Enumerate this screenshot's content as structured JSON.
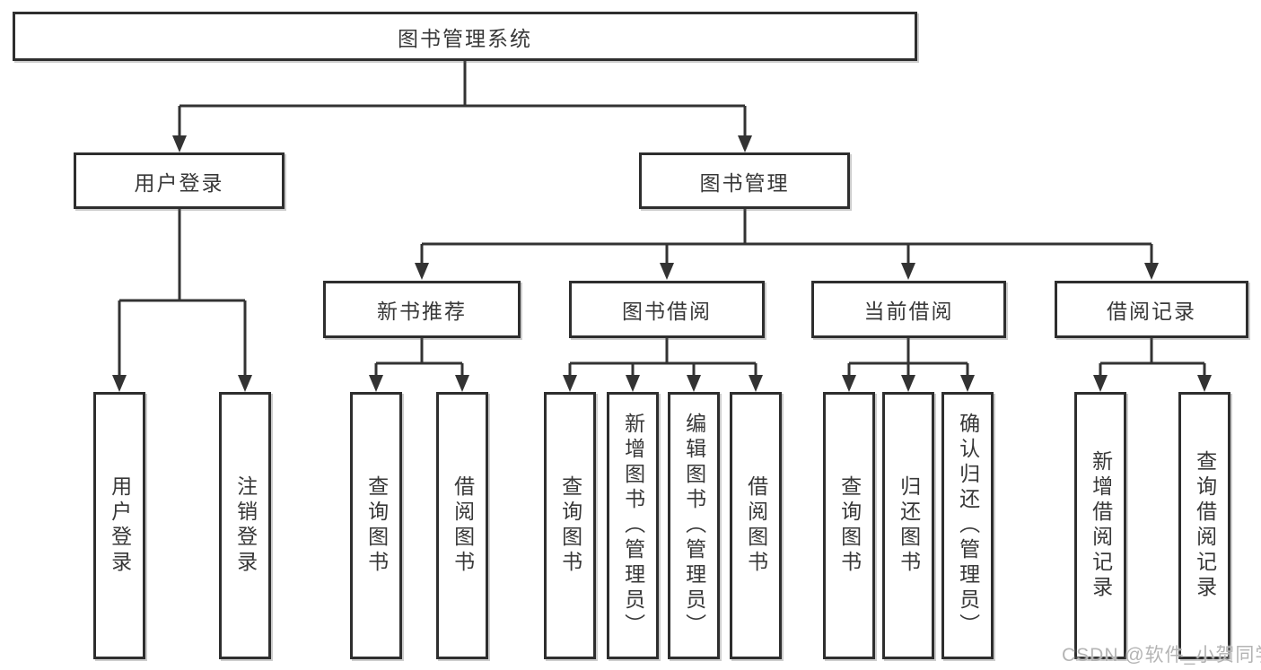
{
  "diagram": {
    "title": "图书管理系统",
    "tree": {
      "root": {
        "label": "图书管理系统"
      },
      "branches": [
        {
          "label": "用户登录",
          "children": [
            {
              "label": "用户登录"
            },
            {
              "label": "注销登录"
            }
          ]
        },
        {
          "label": "图书管理",
          "children": [
            {
              "label": "新书推荐",
              "children": [
                {
                  "label": "查询图书"
                },
                {
                  "label": "借阅图书"
                }
              ]
            },
            {
              "label": "图书借阅",
              "children": [
                {
                  "label": "查询图书"
                },
                {
                  "label": "新增图书（管理员）"
                },
                {
                  "label": "编辑图书（管理员）"
                },
                {
                  "label": "借阅图书"
                }
              ]
            },
            {
              "label": "当前借阅",
              "children": [
                {
                  "label": "查询图书"
                },
                {
                  "label": "归还图书"
                },
                {
                  "label": "确认归还（管理员）"
                }
              ]
            },
            {
              "label": "借阅记录",
              "children": [
                {
                  "label": "新增借阅记录"
                },
                {
                  "label": "查询借阅记录"
                }
              ]
            }
          ]
        }
      ]
    },
    "colors": {
      "line": "#333333",
      "box_border": "#2e2e2e",
      "text": "#383838",
      "background": "#ffffff",
      "watermark": "#b4b4b4"
    }
  },
  "watermark": {
    "text": "CSDN @软件_小贺同学"
  }
}
